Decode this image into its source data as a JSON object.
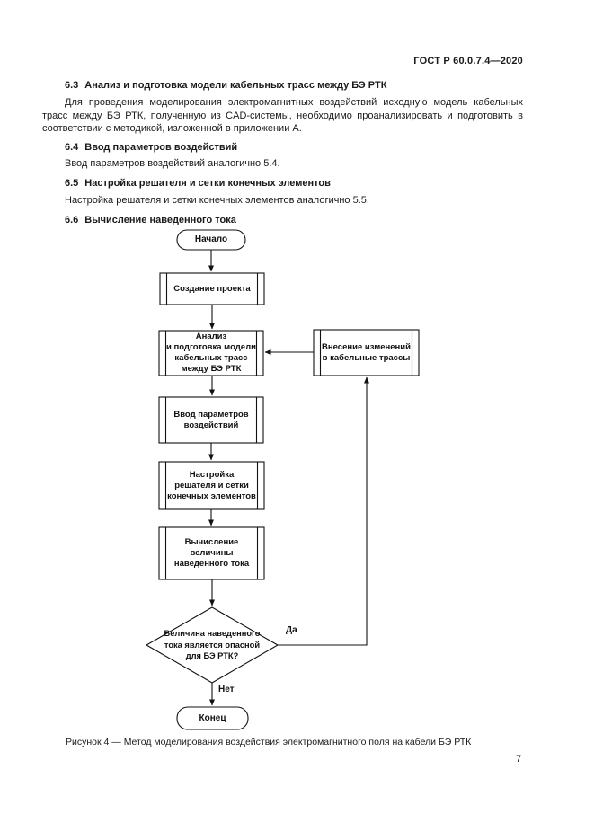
{
  "header": {
    "doc_code": "ГОСТ Р 60.0.7.4—2020"
  },
  "sections": [
    {
      "num": "6.3",
      "title": "Анализ и подготовка модели кабельных трасс между БЭ РТК",
      "body": "Для проведения моделирования электромагнитных воздействий исходную модель кабельных трасс между БЭ РТК, полученную из CAD-системы, необходимо проанализировать и подготовить в соответствии с методикой, изложенной в приложении А."
    },
    {
      "num": "6.4",
      "title": "Ввод параметров воздействий",
      "body": "Ввод параметров воздействий аналогично 5.4."
    },
    {
      "num": "6.5",
      "title": "Настройка решателя и сетки конечных элементов",
      "body": "Настройка решателя и сетки конечных элементов аналогично 5.5."
    },
    {
      "num": "6.6",
      "title": "Вычисление наведенного тока",
      "body": ""
    }
  ],
  "flowchart": {
    "start": "Начало",
    "end": "Конец",
    "nodes": {
      "create_project": "Создание проекта",
      "analyze_model": "Анализ\nи подготовка модели\nкабельных трасс\nмежду БЭ РТК",
      "apply_changes": "Внесение изменений\nв кабельные трассы",
      "input_params": "Ввод параметров\nвоздействий",
      "solver_setup": "Настройка\nрешателя и сетки\nконечных элементов",
      "compute_current": "Вычисление\nвеличины\nнаведенного тока",
      "decision": "Величина наведенного\nтока является опасной\nдля БЭ РТК?"
    },
    "branch_labels": {
      "yes": "Да",
      "no": "Нет"
    }
  },
  "figure_caption": "Рисунок 4 — Метод моделирования воздействия электромагнитного поля на кабели БЭ РТК",
  "page_number": "7"
}
